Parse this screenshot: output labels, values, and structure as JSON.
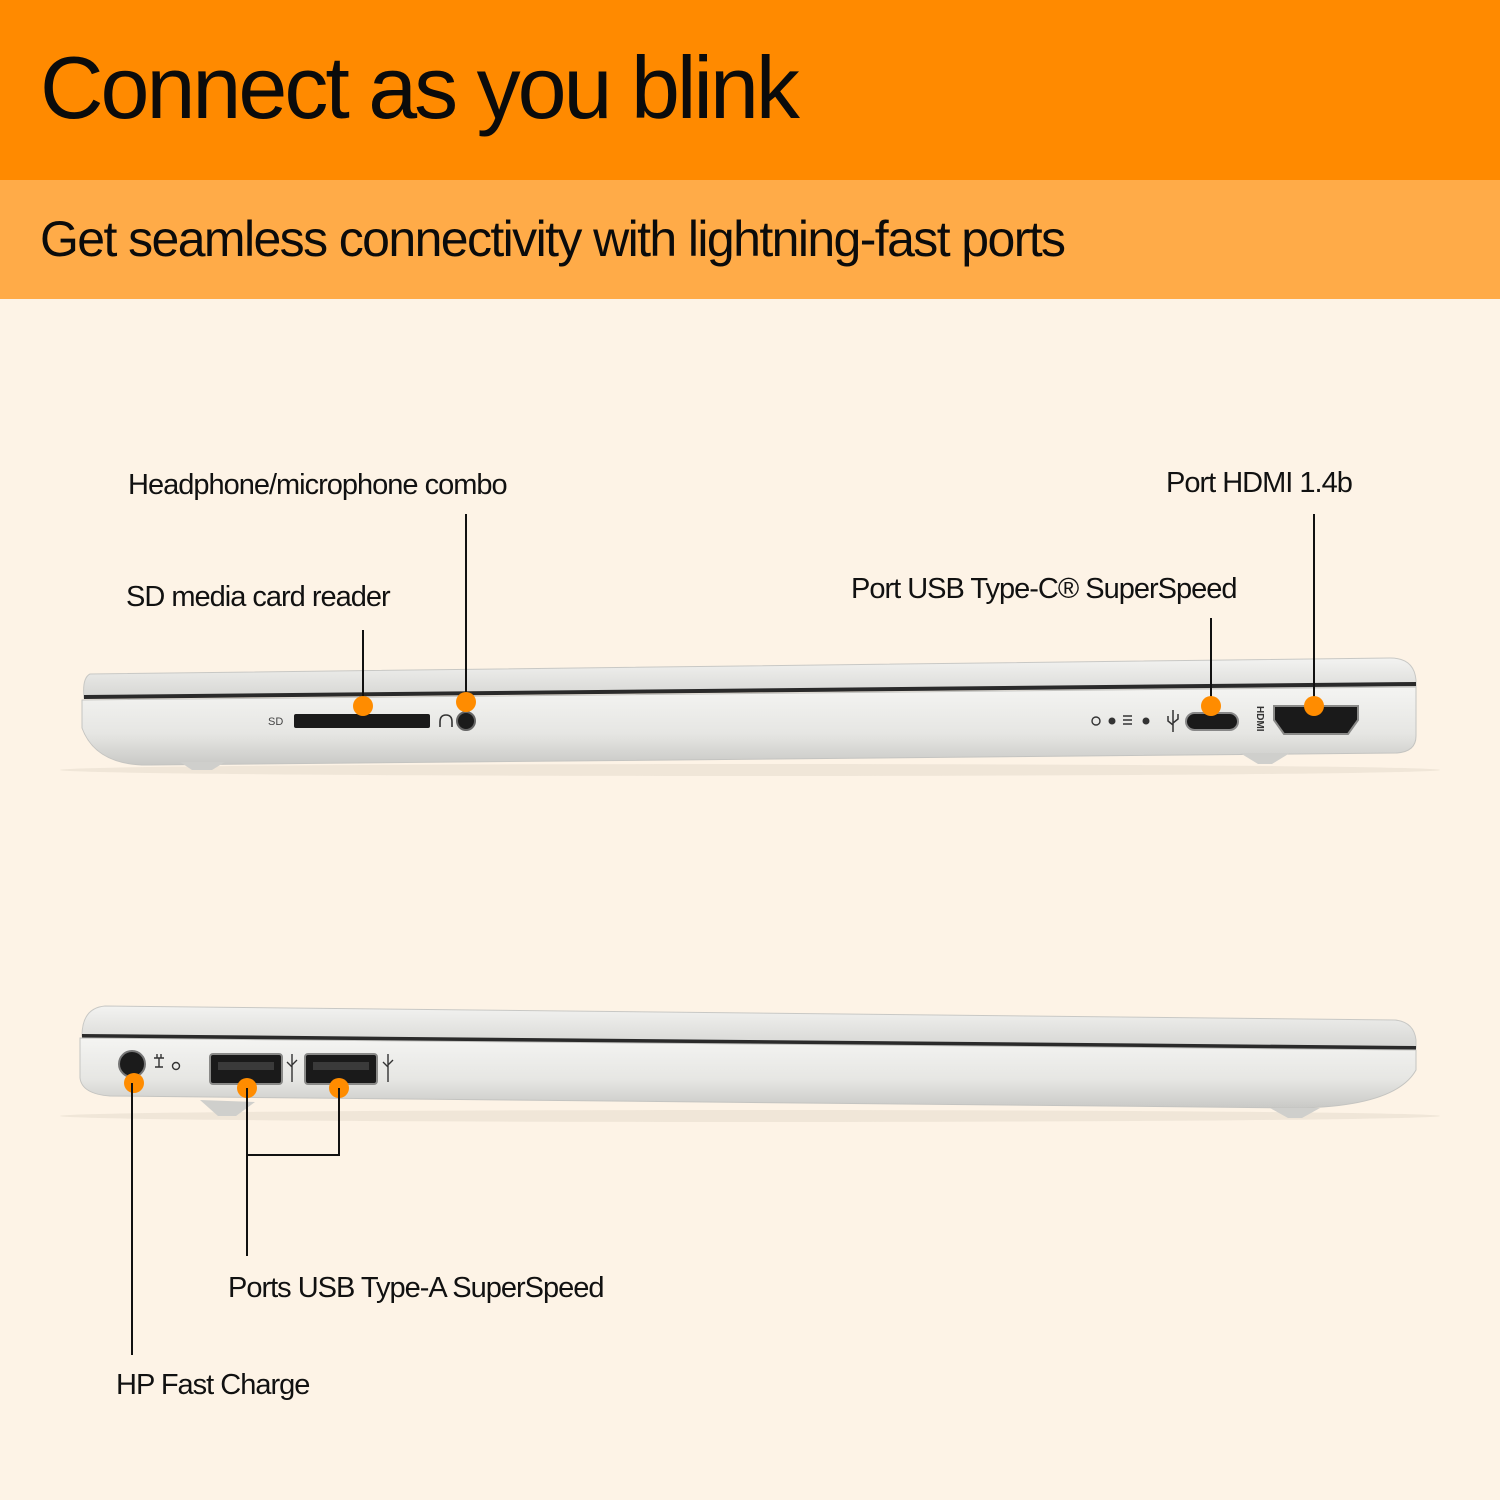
{
  "header": {
    "title": "Connect as you blink",
    "subtitle": "Get seamless connectivity with lightning-fast ports"
  },
  "colors": {
    "orange_dark": "#ff8a00",
    "orange_light": "#ffab48",
    "background": "#fdf3e6",
    "marker": "#ff8c00"
  },
  "callouts": {
    "headphone": "Headphone/microphone combo",
    "sd": "SD media card reader",
    "hdmi": "Port HDMI 1.4b",
    "usbc": "Port USB Type-C® SuperSpeed",
    "usba": "Ports USB Type-A SuperSpeed",
    "fastcharge": "HP Fast Charge"
  },
  "port_markings": {
    "sd": "SD",
    "hdmi": "HDMI"
  }
}
